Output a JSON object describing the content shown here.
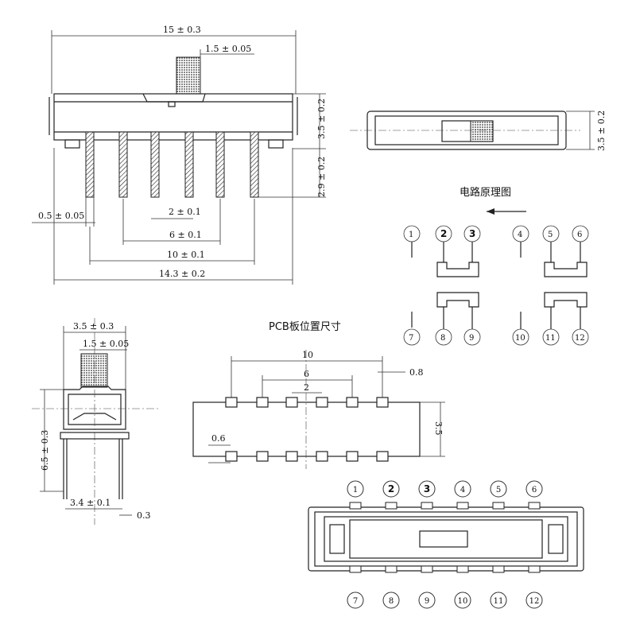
{
  "front_view": {
    "width_label": "15 ± 0.3",
    "knob_width_label": "1.5 ± 0.05",
    "body_height_label": "3.5 ± 0.2",
    "pin_length_label": "2.9 ± 0.2",
    "pin_width_label": "0.5 ± 0.05",
    "pitch_2_label": "2 ± 0.1",
    "pitch_6_label": "6 ± 0.1",
    "pitch_10_label": "10 ± 0.1",
    "overall_label": "14.3 ± 0.2"
  },
  "top_view": {
    "height_label": "3.5 ± 0.2"
  },
  "circuit": {
    "title": "电路原理图",
    "top_pins": [
      "1",
      "2",
      "3",
      "4",
      "5",
      "6"
    ],
    "bottom_pins": [
      "7",
      "8",
      "9",
      "10",
      "11",
      "12"
    ]
  },
  "side_view": {
    "width_label": "3.5 ± 0.3",
    "knob_label": "1.5 ± 0.05",
    "height_label": "6.5 ± 0.3",
    "pin_span_label": "3.4 ± 0.1",
    "pin_thickness_label": "0.3"
  },
  "pcb": {
    "title": "PCB板位置尺寸",
    "dim_10": "10",
    "dim_6": "6",
    "dim_2": "2",
    "dim_08": "0.8",
    "dim_35": "3.5",
    "dim_06": "0.6"
  },
  "bottom_view": {
    "top_pins": [
      "1",
      "2",
      "3",
      "4",
      "5",
      "6"
    ],
    "bottom_pins": [
      "7",
      "8",
      "9",
      "10",
      "11",
      "12"
    ]
  }
}
